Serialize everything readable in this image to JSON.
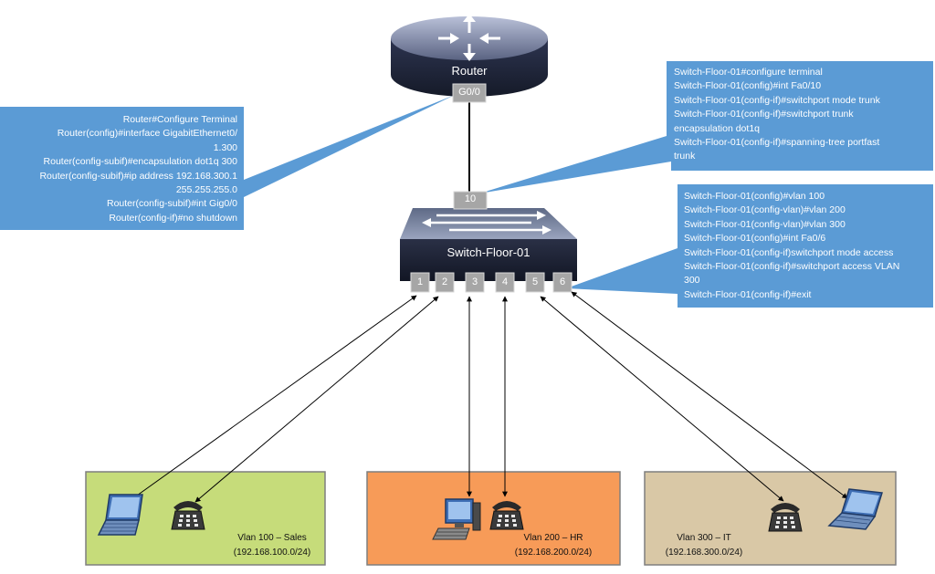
{
  "router": {
    "label": "Router",
    "port": "G0/0"
  },
  "switch": {
    "label": "Switch-Floor-01",
    "uplink_port": "10",
    "ports": [
      "1",
      "2",
      "3",
      "4",
      "5",
      "6"
    ]
  },
  "router_config": [
    "Router#Configure Terminal",
    "Router(config)#interface GigabitEthernet0/",
    "1.300",
    "Router(config-subif)#encapsulation dot1q 300",
    "Router(config-subif)#ip address 192.168.300.1",
    "255.255.255.0",
    "Router(config-subif)#int Gig0/0",
    "Router(config-if)#no shutdown"
  ],
  "switch_trunk_config": [
    "Switch-Floor-01#configure terminal",
    "Switch-Floor-01(config)#int Fa0/10",
    "Switch-Floor-01(config-if)#switchport mode trunk",
    "Switch-Floor-01(config-if)#switchport trunk",
    "encapsulation dot1q",
    "Switch-Floor-01(config-if)#spanning-tree portfast",
    "trunk"
  ],
  "switch_access_config": [
    "Switch-Floor-01(config)#vlan 100",
    "Switch-Floor-01(config-vlan)#vlan 200",
    "Switch-Floor-01(config-vlan)#vlan 300",
    "Switch-Floor-01(config)#int Fa0/6",
    "Switch-Floor-01(config-if)switchport mode access",
    "Switch-Floor-01(config-if)#switchport access VLAN",
    "300",
    "Switch-Floor-01(config-if)#exit"
  ],
  "vlans": [
    {
      "name": "Vlan 100 – Sales",
      "subnet": "(192.168.100.0/24)",
      "color": "#c6dc7a"
    },
    {
      "name": "Vlan 200 – HR",
      "subnet": "(192.168.200.0/24)",
      "color": "#f79b58"
    },
    {
      "name": "Vlan 300 – IT",
      "subnet": "(192.168.300.0/24)",
      "color": "#d9c8a6"
    }
  ],
  "colors": {
    "callout": "#5b9bd5",
    "device_dark": "#1f2435",
    "port_gray": "#a6a6a6",
    "border": "#7f7f7f"
  },
  "icons": [
    "router-icon",
    "switch-icon",
    "laptop-icon",
    "phone-icon",
    "desktop-pc-icon"
  ]
}
